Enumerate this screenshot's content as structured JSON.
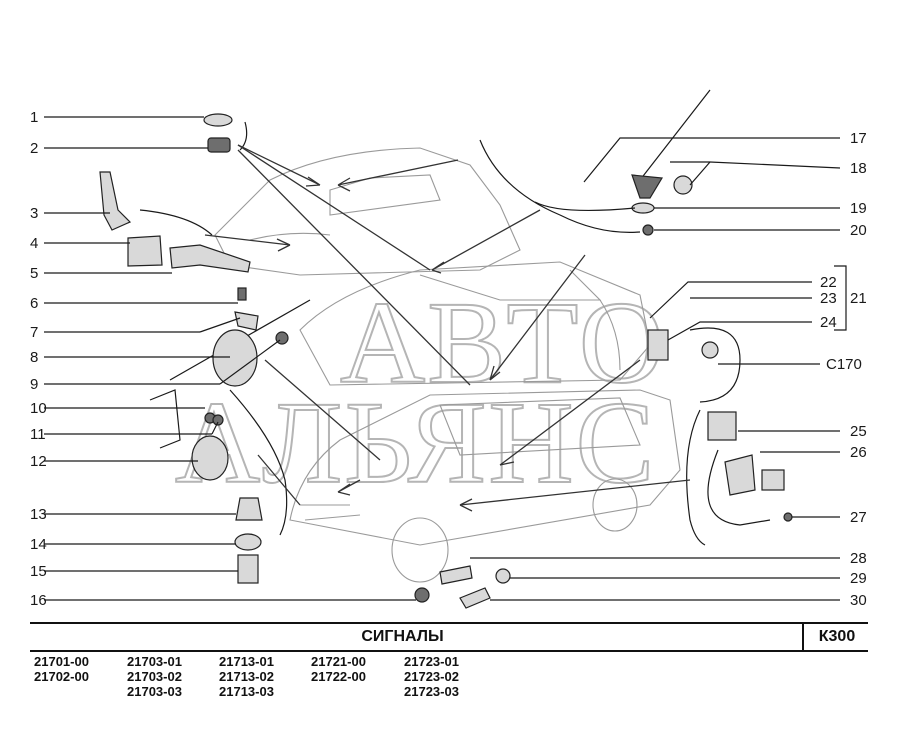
{
  "callouts_left": [
    "1",
    "2",
    "3",
    "4",
    "5",
    "6",
    "7",
    "8",
    "9",
    "10",
    "11",
    "12",
    "13",
    "14",
    "15",
    "16"
  ],
  "callouts_right": [
    "17",
    "18",
    "19",
    "20",
    "22",
    "23",
    "21",
    "24",
    "C170",
    "25",
    "26",
    "27",
    "28",
    "29",
    "30"
  ],
  "watermark": {
    "line1": "АВТО",
    "line2": "АЛЬЯНС"
  },
  "title_bar": {
    "title": "СИГНАЛЫ",
    "code": "К300"
  },
  "models": [
    [
      "21701-00",
      "21702-00"
    ],
    [
      "21703-01",
      "21703-02",
      "21703-03"
    ],
    [
      "21713-01",
      "21713-02",
      "21713-03"
    ],
    [
      "21721-00",
      "21722-00"
    ],
    [
      "21723-01",
      "21723-02",
      "21723-03"
    ]
  ]
}
